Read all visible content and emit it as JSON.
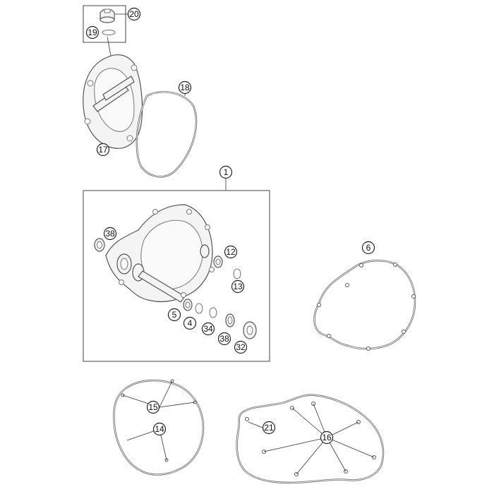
{
  "callouts": {
    "c1": "1",
    "c4": "4",
    "c5": "5",
    "c6": "6",
    "c12": "12",
    "c13": "13",
    "c14": "14",
    "c15": "15",
    "c16": "16",
    "c17": "17",
    "c18": "18",
    "c19": "19",
    "c20": "20",
    "c21": "21",
    "c32": "32",
    "c34": "34",
    "c38a": "38",
    "c38b": "38"
  }
}
